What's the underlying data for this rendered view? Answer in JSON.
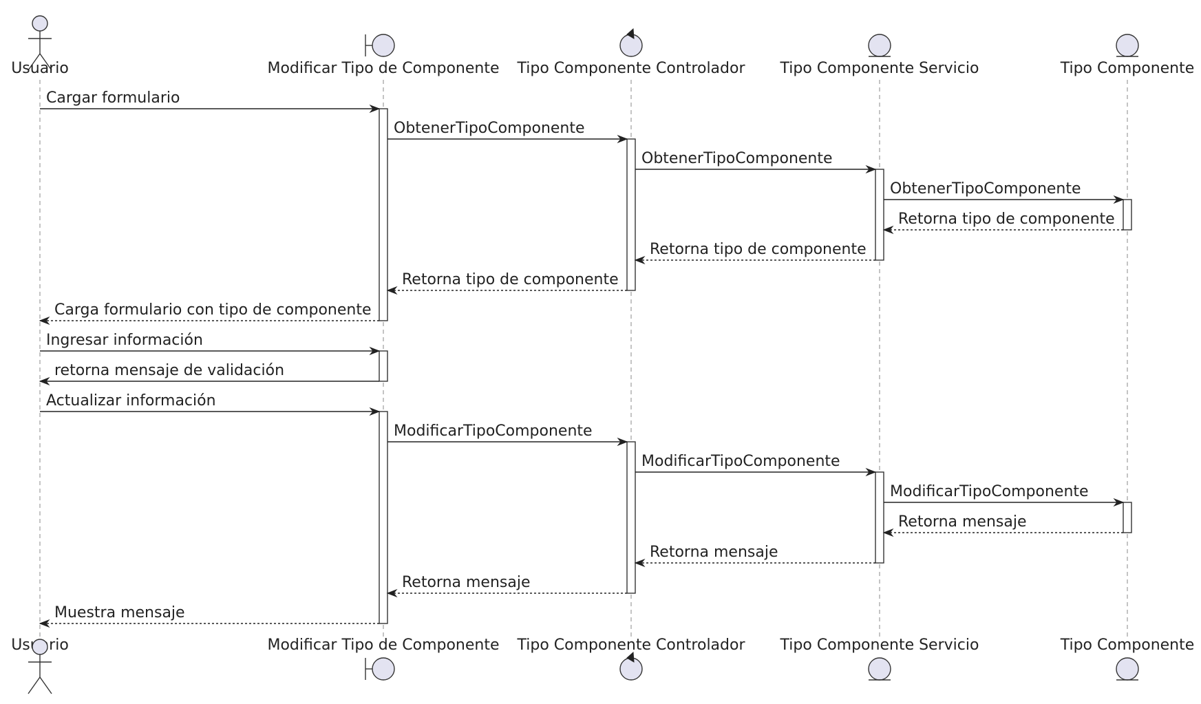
{
  "participants": [
    {
      "id": "usuario",
      "name": "Usuario",
      "kind": "actor"
    },
    {
      "id": "modificar",
      "name": "Modificar Tipo de Componente",
      "kind": "boundary"
    },
    {
      "id": "controlador",
      "name": "Tipo Componente Controlador",
      "kind": "control"
    },
    {
      "id": "servicio",
      "name": "Tipo Componente Servicio",
      "kind": "entity"
    },
    {
      "id": "tipo",
      "name": "Tipo Componente",
      "kind": "entity"
    }
  ],
  "messages": [
    {
      "from": "usuario",
      "to": "modificar",
      "label": "Cargar formulario",
      "style": "solid"
    },
    {
      "from": "modificar",
      "to": "controlador",
      "label": "ObtenerTipoComponente",
      "style": "solid"
    },
    {
      "from": "controlador",
      "to": "servicio",
      "label": "ObtenerTipoComponente",
      "style": "solid"
    },
    {
      "from": "servicio",
      "to": "tipo",
      "label": "ObtenerTipoComponente",
      "style": "solid"
    },
    {
      "from": "tipo",
      "to": "servicio",
      "label": "Retorna tipo de componente",
      "style": "dashed"
    },
    {
      "from": "servicio",
      "to": "controlador",
      "label": "Retorna tipo de componente",
      "style": "dashed"
    },
    {
      "from": "controlador",
      "to": "modificar",
      "label": "Retorna tipo de componente",
      "style": "dashed"
    },
    {
      "from": "modificar",
      "to": "usuario",
      "label": "Carga formulario con tipo de componente",
      "style": "dashed"
    },
    {
      "from": "usuario",
      "to": "modificar",
      "label": "Ingresar información",
      "style": "solid"
    },
    {
      "from": "modificar",
      "to": "usuario",
      "label": "retorna mensaje de validación",
      "style": "solid"
    },
    {
      "from": "usuario",
      "to": "modificar",
      "label": "Actualizar información",
      "style": "solid"
    },
    {
      "from": "modificar",
      "to": "controlador",
      "label": "ModificarTipoComponente",
      "style": "solid"
    },
    {
      "from": "controlador",
      "to": "servicio",
      "label": "ModificarTipoComponente",
      "style": "solid"
    },
    {
      "from": "servicio",
      "to": "tipo",
      "label": "ModificarTipoComponente",
      "style": "solid"
    },
    {
      "from": "tipo",
      "to": "servicio",
      "label": "Retorna mensaje",
      "style": "dashed"
    },
    {
      "from": "servicio",
      "to": "controlador",
      "label": "Retorna mensaje",
      "style": "dashed"
    },
    {
      "from": "controlador",
      "to": "modificar",
      "label": "Retorna mensaje",
      "style": "dashed"
    },
    {
      "from": "modificar",
      "to": "usuario",
      "label": "Muestra mensaje",
      "style": "dashed"
    }
  ],
  "colors": {
    "participant_fill": "#e3e3f1",
    "line": "#222222",
    "lifeline": "#888888"
  }
}
